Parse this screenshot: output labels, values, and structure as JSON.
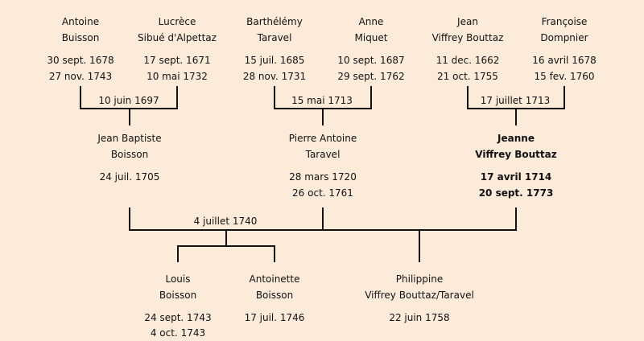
{
  "generation1": [
    {
      "first": "Antoine",
      "last": "Buisson",
      "birth": "30 sept. 1678",
      "death": "27 nov. 1743"
    },
    {
      "first": "Lucrèce",
      "last": "Sibué d'Alpettaz",
      "birth": "17 sept. 1671",
      "death": "10 mai 1732"
    },
    {
      "first": "Barthélémy",
      "last": "Taravel",
      "birth": "15 juil. 1685",
      "death": "28 nov. 1731"
    },
    {
      "first": "Anne",
      "last": "Miquet",
      "birth": "10 sept. 1687",
      "death": "29 sept. 1762"
    },
    {
      "first": "Jean",
      "last": "Viffrey Bouttaz",
      "birth": "11 dec. 1662",
      "death": "21 oct. 1755"
    },
    {
      "first": "Françoise",
      "last": "Dompnier",
      "birth": "16 avril 1678",
      "death": "15 fev. 1760"
    }
  ],
  "marriages1": [
    "10 juin 1697",
    "15 mai 1713",
    "17 juillet 1713"
  ],
  "generation2": [
    {
      "first": "Jean Baptiste",
      "last": "Boisson",
      "birth": "24 juil. 1705"
    },
    {
      "first": "Pierre Antoine",
      "last": "Taravel",
      "birth": "28 mars 1720",
      "death": "26 oct. 1761"
    },
    {
      "first": "Jeanne",
      "last": "Viffrey Bouttaz",
      "birth": "17 avril 1714",
      "death": "20 sept. 1773"
    }
  ],
  "marriage2": "4 juillet 1740",
  "generation3": [
    {
      "first": "Louis",
      "last": "Boisson",
      "birth": "24 sept. 1743",
      "death": "4 oct. 1743"
    },
    {
      "first": "Antoinette",
      "last": "Boisson",
      "birth": "17 juil. 1746"
    },
    {
      "first": "Philippine",
      "last": "Viffrey Bouttaz/Taravel",
      "birth": "22 juin 1758"
    }
  ]
}
